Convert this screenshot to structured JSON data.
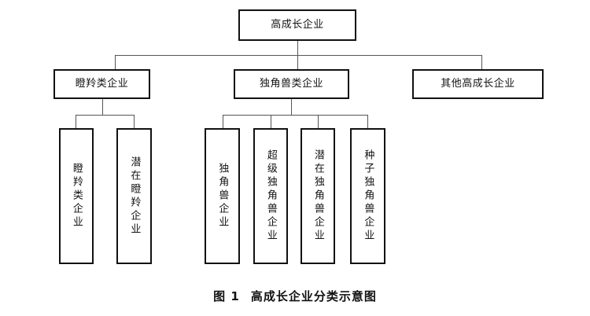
{
  "figure": {
    "caption_number": "图 1",
    "caption_title": "高成长企业分类示意图",
    "line_color": "#555555",
    "border_color": "#111111",
    "background": "#ffffff"
  },
  "tree": {
    "root": {
      "label": "高成长企业"
    },
    "level2": [
      {
        "label": "瞪羚类企业"
      },
      {
        "label": "独角兽类企业"
      },
      {
        "label": "其他高成长企业"
      }
    ],
    "level3": {
      "gazelle_children": [
        {
          "label": "瞪羚类企业"
        },
        {
          "label": "潜在瞪羚企业"
        }
      ],
      "unicorn_children": [
        {
          "label": "独角兽企业"
        },
        {
          "label": "超级独角兽企业"
        },
        {
          "label": "潜在独角兽企业"
        },
        {
          "label": "种子独角兽企业"
        }
      ]
    }
  }
}
